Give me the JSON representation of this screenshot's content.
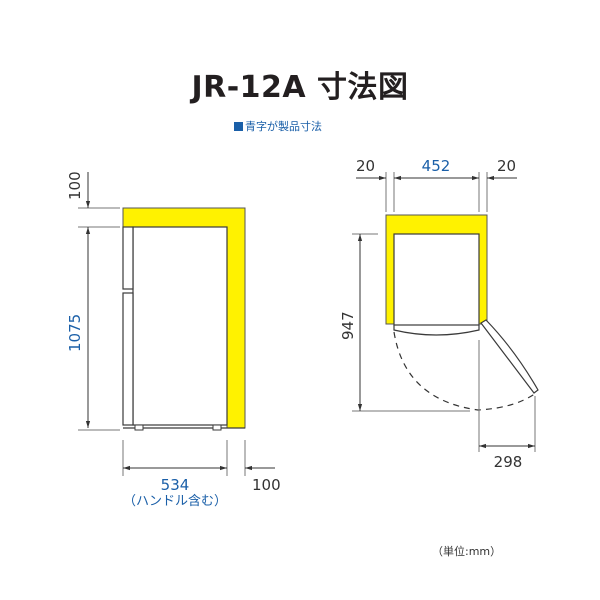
{
  "title": "JR-12A 寸法図",
  "legend": {
    "marker_color": "#1a5fa8",
    "text": "青字が製品寸法"
  },
  "unit_note": "（単位:mm）",
  "colors": {
    "product_dimension": "#1a5fa8",
    "clearance_dimension": "#333333",
    "clearance_area": "#fff200",
    "outline": "#3a3a3a"
  },
  "side_view": {
    "top_clearance": "100",
    "height": "1075",
    "depth": "534",
    "depth_note": "（ハンドル含む）",
    "back_clearance": "100"
  },
  "top_view": {
    "left_clearance": "20",
    "width": "452",
    "right_clearance": "20",
    "depth_with_door_open": "947",
    "door_swing": "298"
  }
}
